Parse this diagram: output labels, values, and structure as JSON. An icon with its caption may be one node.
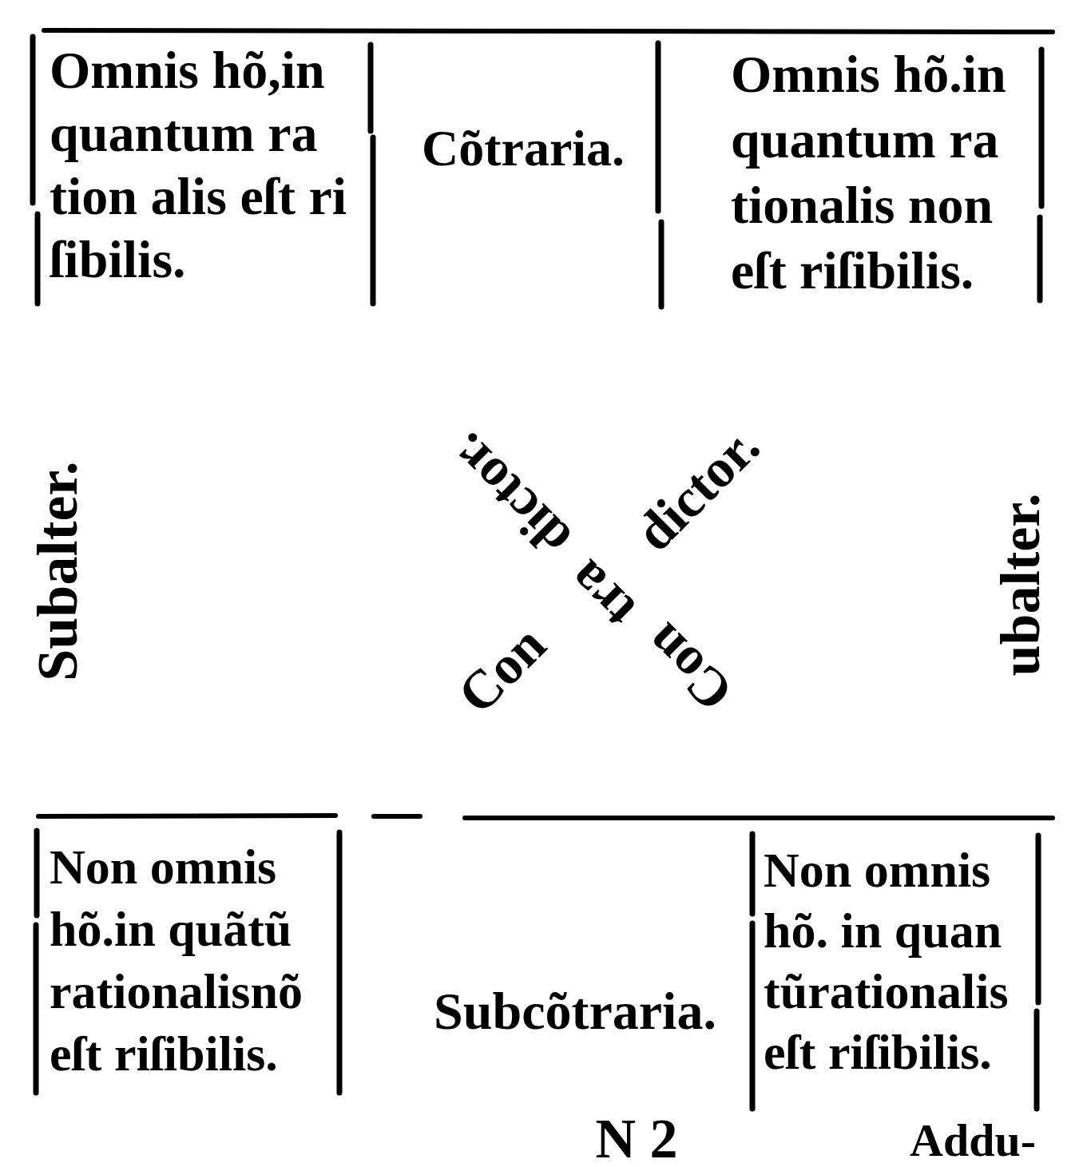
{
  "diagram": {
    "nodes": [
      {
        "text": [
          "Omnis hõ,in quantum ra tion alis eſt ri ſibilis."
        ]
      },
      {
        "text": [
          "Omnis hõ.in quantum ra tionalis non eſt riſibilis."
        ]
      },
      {
        "text": [
          "Non omnis hõ.in quãtũ rationalisnõ eſt riſibilis."
        ]
      },
      {
        "text": [
          "Non omnis hõ. in quan tũrationalis eſt riſibilis."
        ]
      }
    ],
    "labels": [
      "Cõtraria.",
      "Subalter.",
      "dictor.",
      "dictor.",
      "tra",
      "Con",
      "Con",
      "ubalter.",
      "Subcõtraria.",
      "N 2",
      "Addu-"
    ]
  }
}
